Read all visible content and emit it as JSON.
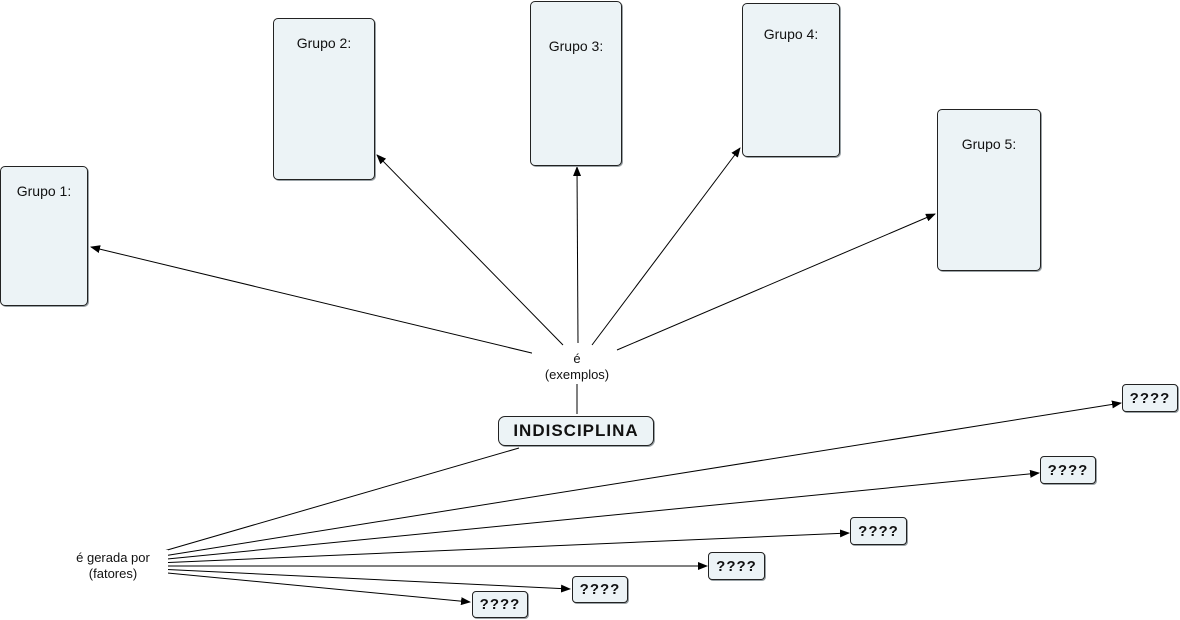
{
  "concept_map": {
    "central_concept": "INDISCIPLINA",
    "linking_phrases": {
      "examples": {
        "line1": "é",
        "line2": "(exemplos)"
      },
      "factors": {
        "line1": "é gerada por",
        "line2": "(fatores)"
      }
    },
    "groups": [
      {
        "label": "Grupo 1:"
      },
      {
        "label": "Grupo 2:"
      },
      {
        "label": "Grupo 3:"
      },
      {
        "label": "Grupo 4:"
      },
      {
        "label": "Grupo 5:"
      }
    ],
    "factors": [
      {
        "label": "????"
      },
      {
        "label": "????"
      },
      {
        "label": "????"
      },
      {
        "label": "????"
      },
      {
        "label": "????"
      },
      {
        "label": "????"
      }
    ],
    "colors": {
      "node_fill": "#ecf3f6",
      "node_border": "#222222",
      "line": "#000000"
    }
  }
}
